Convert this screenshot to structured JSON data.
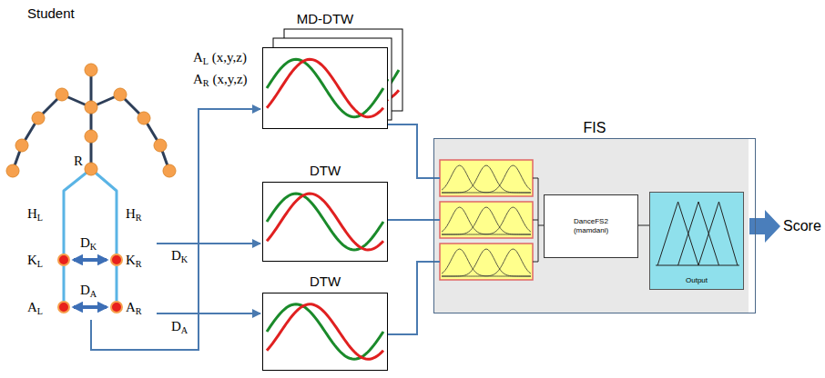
{
  "diagram": {
    "nodes": [
      {
        "text": [
          "MD-DTW"
        ]
      },
      {
        "text": [
          "DTW"
        ]
      },
      {
        "text": [
          "DTW"
        ]
      },
      {
        "text": [
          "FIS"
        ]
      },
      {
        "text": [
          "DanceFS2",
          "(mamdani)"
        ],
        "in": 3
      },
      {
        "text": [
          "Output"
        ],
        "in": 3
      }
    ],
    "edges": [
      {
        "from": 0,
        "to": 3,
        "arrow": "none"
      },
      {
        "from": 1,
        "to": 3,
        "arrow": "none"
      },
      {
        "from": 2,
        "to": 3,
        "arrow": "none"
      },
      {
        "from": 4,
        "to": 5,
        "arrow": "none"
      }
    ],
    "labels": [
      "Student",
      "AL (x,y,z)",
      "AR (x,y,z)",
      "R",
      "HL",
      "HR",
      "DK",
      "KL",
      "KR",
      "DK",
      "DA",
      "AL",
      "AR",
      "DA",
      "Score"
    ]
  }
}
